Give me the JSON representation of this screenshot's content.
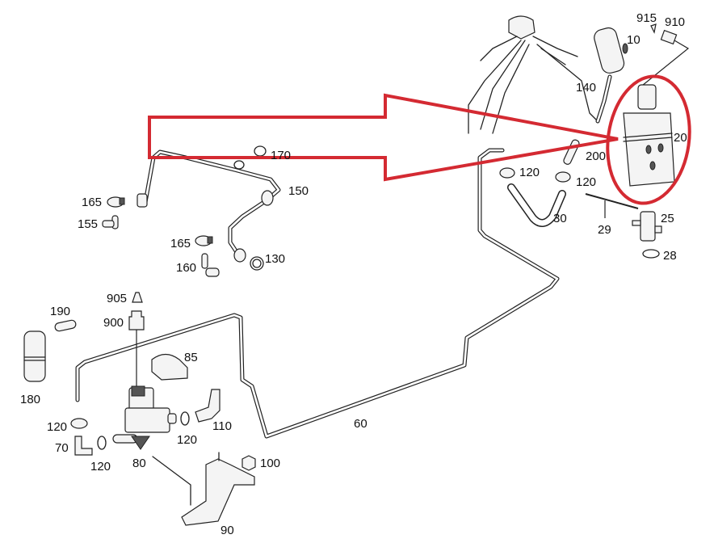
{
  "diagram": {
    "highlight_color": "#d42a32",
    "callouts": {
      "p915": "915",
      "p910": "910",
      "p10": "10",
      "p140": "140",
      "p20": "20",
      "p200": "200",
      "p120_a": "120",
      "p120_b": "120",
      "p30": "30",
      "p29": "29",
      "p25": "25",
      "p28": "28",
      "p170": "170",
      "p150": "150",
      "p165_a": "165",
      "p155": "155",
      "p165_b": "165",
      "p160": "160",
      "p130": "130",
      "p905": "905",
      "p900": "900",
      "p190": "190",
      "p85": "85",
      "p180": "180",
      "p60": "60",
      "p120_c": "120",
      "p110": "110",
      "p120_d": "120",
      "p70": "70",
      "p120_e": "120",
      "p80": "80",
      "p100": "100",
      "p90": "90"
    }
  }
}
